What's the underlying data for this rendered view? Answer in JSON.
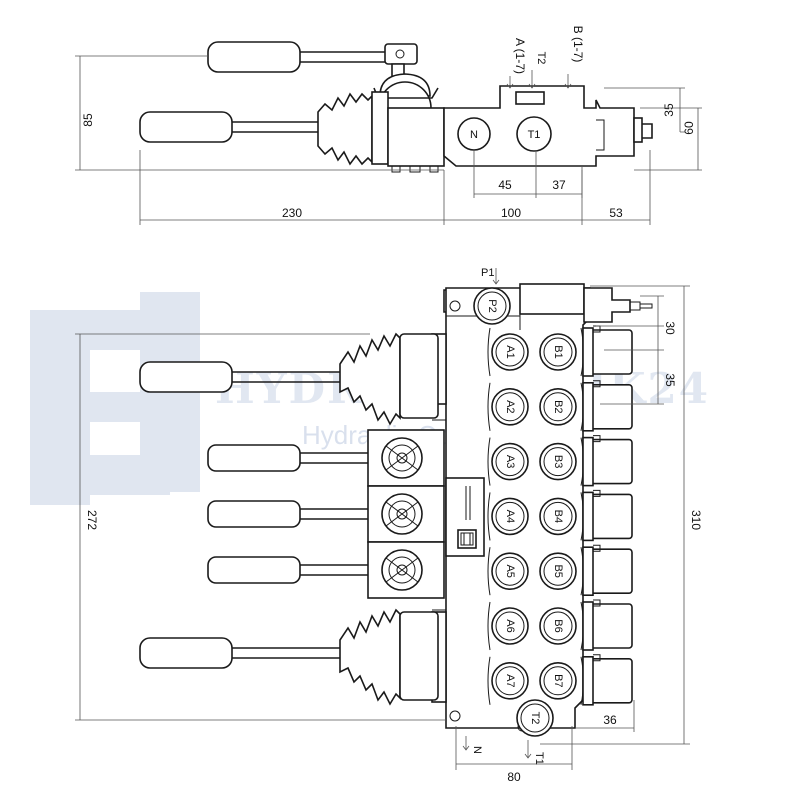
{
  "watermark": {
    "brand": "HYDROTECHNIK24",
    "tagline": "Hydraulic Components"
  },
  "side_view": {
    "dims": {
      "height_total": "85",
      "body_width": "100",
      "lever_length": "230",
      "valve_tail": "53",
      "port_spacing_1": "45",
      "port_spacing_2": "37",
      "height_top": "35",
      "height_right": "60"
    },
    "ports": [
      "N",
      "T1"
    ],
    "labels": {
      "a": "A (1-7)",
      "b": "B (1-7)",
      "t2": "T2"
    }
  },
  "top_view": {
    "dims": {
      "height_left": "272",
      "height_right": "310",
      "section_pitch": "30",
      "port_pitch": "35",
      "tail": "36",
      "width": "80"
    },
    "labels": {
      "p1": "P1",
      "n": "N",
      "t1": "T1"
    },
    "ports": {
      "p2": "P2",
      "t2": "T2",
      "a": [
        "A1",
        "A2",
        "A3",
        "A4",
        "A5",
        "A6",
        "A7"
      ],
      "b": [
        "B1",
        "B2",
        "B3",
        "B4",
        "B5",
        "B6",
        "B7"
      ]
    }
  }
}
